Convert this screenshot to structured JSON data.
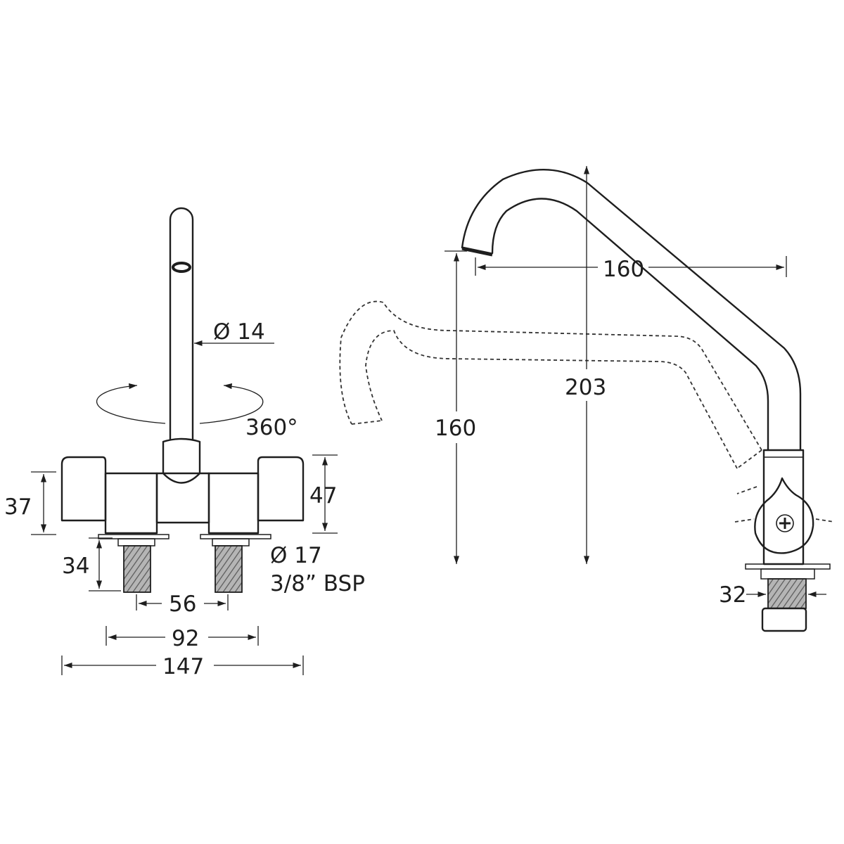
{
  "front_view": {
    "spout_diameter": "Ø 14",
    "rotation": "360°",
    "handle_height": "37",
    "body_height": "47",
    "thread_length": "34",
    "thread_diameter": "Ø 17",
    "thread_spec": "3/8” BSP",
    "tail_spacing": "56",
    "handle_span": "92",
    "overall_width": "147"
  },
  "side_view": {
    "spout_reach": "160",
    "spout_height": "160",
    "overall_height": "203",
    "base_diameter": "32"
  }
}
